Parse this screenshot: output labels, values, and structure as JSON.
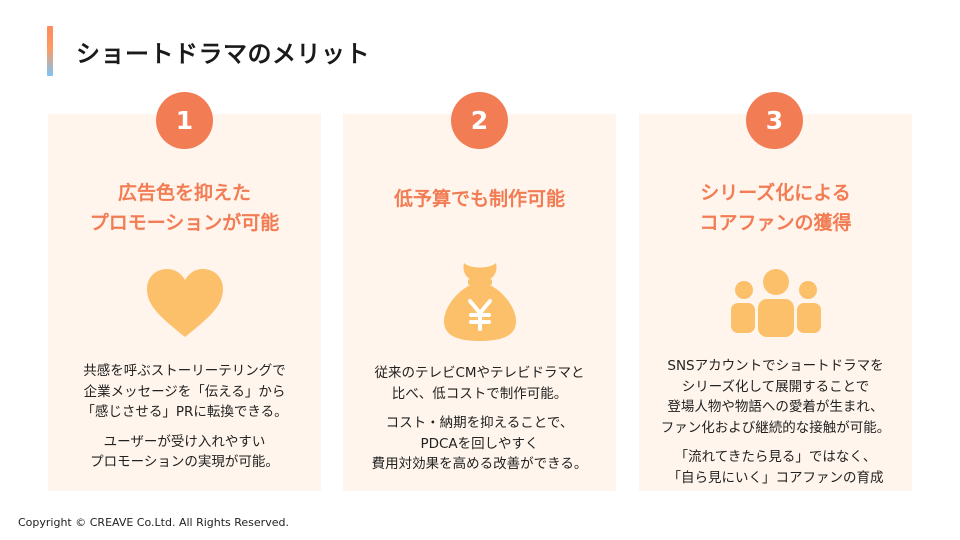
{
  "title": "ショートドラマのメリット",
  "cards": [
    {
      "number": "1",
      "title_lines": [
        "広告色を抑えた",
        "プロモーションが可能"
      ],
      "icon": "heart-icon",
      "para1": [
        "共感を呼ぶストーリーテリングで",
        "企業メッセージを「伝える」から",
        "「感じさせる」PRに転換できる。"
      ],
      "para2": [
        "ユーザーが受け入れやすい",
        "プロモーションの実現が可能。"
      ]
    },
    {
      "number": "2",
      "title_lines": [
        "低予算でも制作可能"
      ],
      "icon": "money-bag-yen-icon",
      "para1": [
        "従来のテレビCMやテレビドラマと",
        "比べ、低コストで制作可能。"
      ],
      "para2": [
        "コスト・納期を抑えることで、",
        "PDCAを回しやすく",
        "費用対効果を高める改善ができる。"
      ]
    },
    {
      "number": "3",
      "title_lines": [
        "シリーズ化による",
        "コアファンの獲得"
      ],
      "icon": "people-group-icon",
      "para1": [
        "SNSアカウントでショートドラマを",
        "シリーズ化して展開することで",
        "登場人物や物語への愛着が生まれ、",
        "ファン化および継続的な接触が可能。"
      ],
      "para2": [
        "「流れてきたら見る」ではなく、",
        "「自ら見にいく」コアファンの育成"
      ]
    }
  ],
  "copyright": "Copyright © CREAVE Co.Ltd. All Rights Reserved.",
  "colors": {
    "accent": "#f27c54",
    "card_bg": "#fff5ec",
    "icon": "#fcc06a"
  }
}
